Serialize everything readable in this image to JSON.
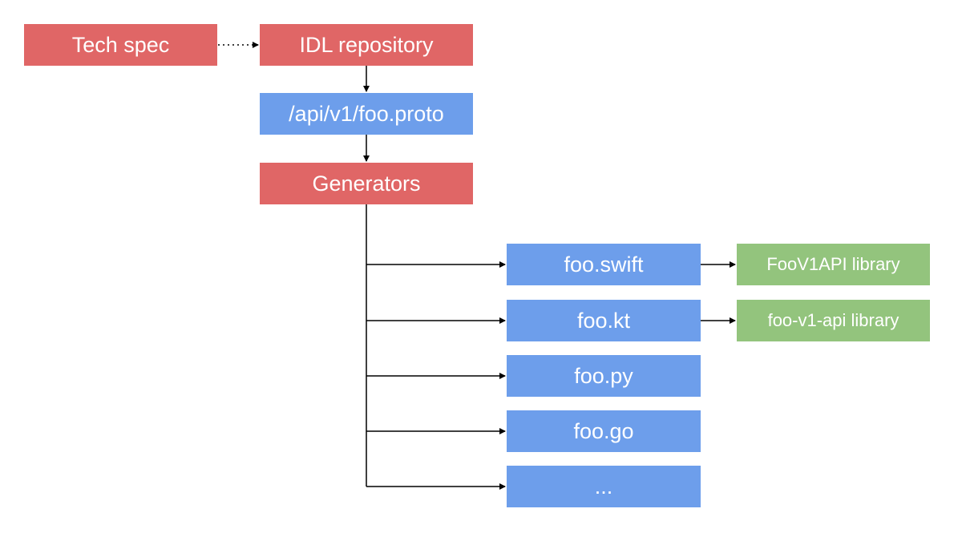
{
  "nodes": {
    "tech_spec": "Tech spec",
    "idl_repository": "IDL repository",
    "proto_file": "/api/v1/foo.proto",
    "generators": "Generators",
    "swift_file": "foo.swift",
    "kotlin_file": "foo.kt",
    "python_file": "foo.py",
    "go_file": "foo.go",
    "more_files": "...",
    "swift_library": "FooV1API library",
    "kotlin_library": "foo-v1-api library"
  },
  "colors": {
    "red": "#e06666",
    "blue": "#6d9eeb",
    "green": "#93c47d",
    "line": "#000000"
  }
}
